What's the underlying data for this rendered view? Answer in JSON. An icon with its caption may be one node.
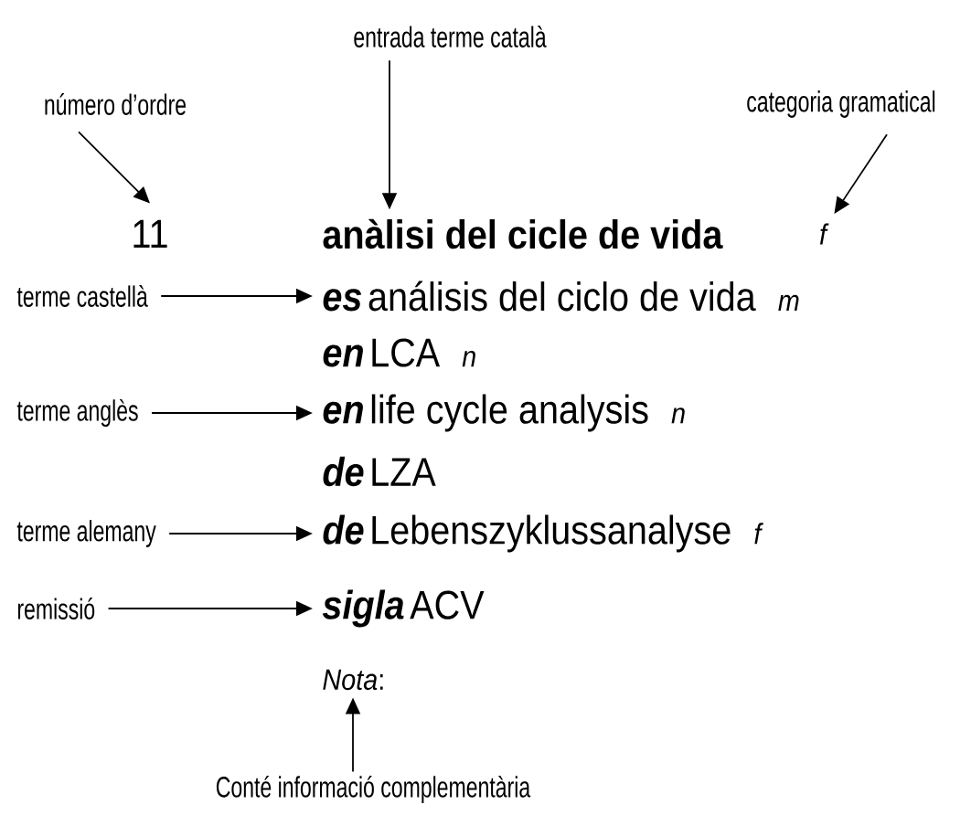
{
  "diagram": {
    "nodes": [
      {
        "text": [
          "entrada terme català"
        ]
      },
      {
        "text": [
          "número d’ordre"
        ]
      },
      {
        "text": [
          "categoria gramatical"
        ]
      },
      {
        "text": [
          "11"
        ]
      },
      {
        "text": [
          "anàlisi del cicle de vida"
        ]
      },
      {
        "text": [
          "f"
        ]
      },
      {
        "text": [
          "terme castellà"
        ]
      },
      {
        "text": [
          "es",
          "análisis del ciclo de vida",
          "m"
        ]
      },
      {
        "text": [
          "en",
          "LCA",
          "n"
        ]
      },
      {
        "text": [
          "terme anglès"
        ]
      },
      {
        "text": [
          "en",
          "life cycle analysis",
          "n"
        ]
      },
      {
        "text": [
          "de",
          "LZA"
        ]
      },
      {
        "text": [
          "terme alemany"
        ]
      },
      {
        "text": [
          "de",
          "Lebenszyklussanalyse",
          "f"
        ]
      },
      {
        "text": [
          "remissió"
        ]
      },
      {
        "text": [
          "sigla",
          "ACV"
        ]
      },
      {
        "text": [
          "*Nota*:"
        ]
      },
      {
        "text": [
          "Conté informació complementària"
        ]
      }
    ],
    "edges": [
      {
        "from": 1,
        "to": 3,
        "arrow": "to"
      },
      {
        "from": 0,
        "to": 4,
        "arrow": "to"
      },
      {
        "from": 2,
        "to": 5,
        "arrow": "to"
      },
      {
        "from": 6,
        "to": 7,
        "arrow": "to"
      },
      {
        "from": 9,
        "to": 10,
        "arrow": "to"
      },
      {
        "from": 12,
        "to": 13,
        "arrow": "to"
      },
      {
        "from": 14,
        "to": 15,
        "arrow": "to"
      },
      {
        "from": 17,
        "to": 16,
        "arrow": "to"
      }
    ]
  }
}
